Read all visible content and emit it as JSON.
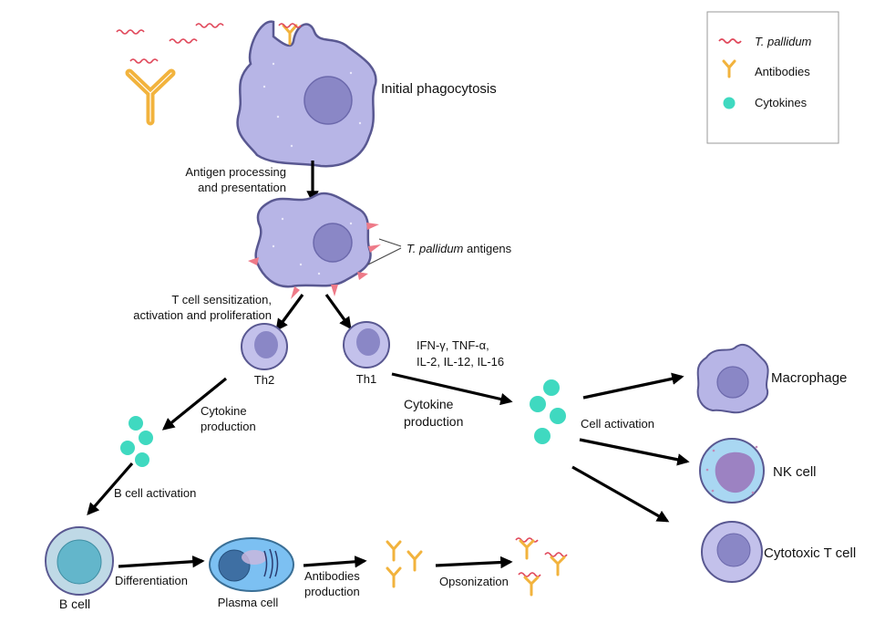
{
  "legend": {
    "items": [
      {
        "label": "T. pallidum",
        "icon": "spirochete-icon",
        "italic": true
      },
      {
        "label": "Antibodies",
        "icon": "antibody-icon",
        "italic": false
      },
      {
        "label": "Cytokines",
        "icon": "cytokine-icon",
        "italic": false
      }
    ]
  },
  "labels": {
    "initial_phagocytosis": "Initial phagocytosis",
    "antigen_processing_1": "Antigen processing",
    "antigen_processing_2": "and presentation",
    "antigens_italic": "T. pallidum",
    "antigens_rest": " antigens",
    "tcell_1": "T cell sensitization,",
    "tcell_2": "activation and proliferation",
    "th2": "Th2",
    "th1": "Th1",
    "cytokines_list_1": "IFN-γ, TNF-α,",
    "cytokines_list_2": "IL-2, IL-12, IL-16",
    "cytokine_prod_right_1": "Cytokine",
    "cytokine_prod_right_2": "production",
    "cytokine_prod_left_1": "Cytokine",
    "cytokine_prod_left_2": "production",
    "cell_activation": "Cell activation",
    "macrophage": "Macrophage",
    "nk_cell": "NK cell",
    "cytotoxic_t": "Cytotoxic T cell",
    "b_cell_activation": "B cell activation",
    "b_cell": "B cell",
    "differentiation": "Differentiation",
    "plasma_cell": "Plasma cell",
    "antibodies_prod_1": "Antibodies",
    "antibodies_prod_2": "production",
    "opsonization": "Opsonization"
  },
  "colors": {
    "cell_body": "#b7b5e6",
    "cell_outline": "#595891",
    "nucleus": "#8a87c6",
    "cytokine": "#3fd9c0",
    "antibody": "#f2b33d",
    "spirochete": "#e0475a",
    "antigen_spike": "#ee7a88",
    "nk_body": "#a9d7f2",
    "plasma_body": "#7cc0f2",
    "bcell_body": "#bfd9e6",
    "bcell_nucleus": "#63b6cb"
  }
}
